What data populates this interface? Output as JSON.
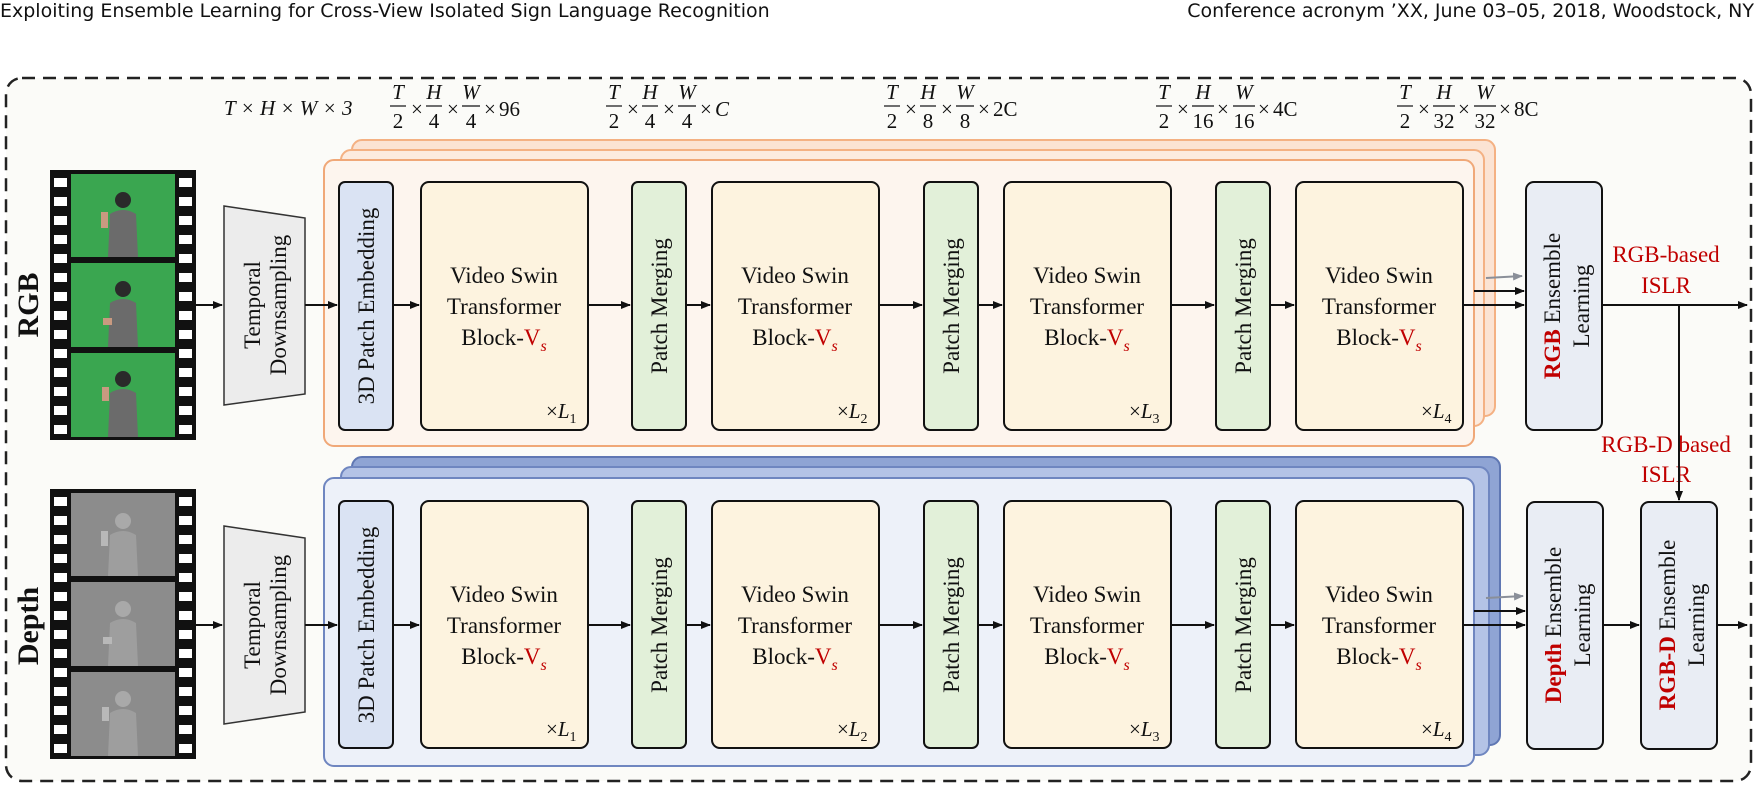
{
  "header": {
    "left": "Exploiting Ensemble Learning for Cross-View Isolated Sign Language Recognition",
    "right": "Conference acronym ’XX, June 03–05, 2018, Woodstock, NY"
  },
  "streams": [
    {
      "label": "RGB",
      "ensemble_bold": "RGB",
      "ensemble_rest": "Ensemble",
      "ensemble_line2": "Learning"
    },
    {
      "label": "Depth",
      "ensemble_bold": "Depth",
      "ensemble_rest": "Ensemble",
      "ensemble_line2": "Learning"
    }
  ],
  "dims": {
    "input": "T × H × W × 3",
    "stage0_mult": "96",
    "stage1_mult": "C",
    "stage2_mult": "2C",
    "stage3_mult": "4C",
    "stage4_mult": "8C",
    "T": "T",
    "H": "H",
    "W": "W",
    "den2": "2",
    "den4": "4",
    "den8": "8",
    "den16": "16",
    "den32": "32",
    "times": "×"
  },
  "blocks": {
    "temporal_line1": "Temporal",
    "temporal_line2": "Downsampling",
    "patch_embed": "3D Patch Embedding",
    "patch_merge": "Patch Merging",
    "swin_line1": "Video Swin",
    "swin_line2": "Transformer",
    "swin_line3_prefix": "Block-",
    "swin_v": "V",
    "swin_s": "s",
    "L": "L",
    "L_subs": [
      "1",
      "2",
      "3",
      "4"
    ]
  },
  "outputs": {
    "rgb_line1": "RGB-based",
    "rgb_line2": "ISLR",
    "rgbd_line1": "RGB-D based",
    "rgbd_line2": "ISLR",
    "fusion_bold": "RGB-D",
    "fusion_rest": "Ensemble",
    "fusion_line2": "Learning"
  },
  "colors": {
    "accent_red": "#c00000",
    "swin_fill": "#fdf3df",
    "merge_fill": "#e2f0d9",
    "embed_fill": "#dae3f3",
    "ensemble_fill": "#e9edf4",
    "rgb_panel": "#f4b183",
    "depth_panel": "#8fa4d4",
    "green_screen": "#3aa650"
  }
}
